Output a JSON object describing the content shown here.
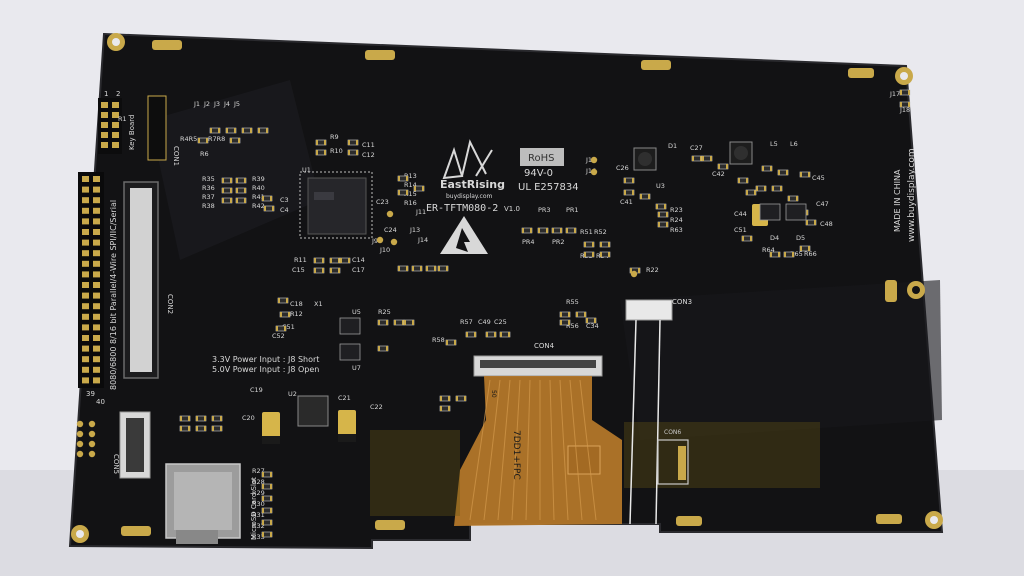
{
  "photo": {
    "subject_colors": {
      "board": "#121214",
      "background": "#e9e9ee",
      "gold": "#c9a94a",
      "fpc": "#b7792a",
      "silk": "#d8d8d8"
    }
  },
  "brand": {
    "name": "EastRising",
    "site_small": "buydisplay.com",
    "website": "www.buydisplay.com",
    "made_in": "MADE IN CHINA"
  },
  "model": "ER-TFTM080-2",
  "version": "V1.0",
  "rohs": "RoHS",
  "rating": "94V-0",
  "ul": "UL E257834",
  "connectors": {
    "con1": "CON1",
    "con2": "CON2",
    "con3": "CON3",
    "con4": "CON4",
    "con5": "CON5",
    "con6": "CON6"
  },
  "key_board": "Key Board",
  "side_label": "8080/6800 8/16 bit Parallel/4-Wire SPI/IIC/Serial",
  "power_notes": [
    "3.3V Power Input : J8 Short",
    "5.0V Power Input : J8 Open"
  ],
  "sd_label": "MicroSD Card Slot",
  "fpc_label": "7DD1+FPC",
  "fpc_pin": "50",
  "header_numbers": {
    "n1": "1",
    "n2": "2",
    "n39": "39",
    "n40": "40"
  },
  "components": [
    {
      "id": "R1",
      "t": "R1"
    },
    {
      "id": "J1",
      "t": "J1"
    },
    {
      "id": "J2",
      "t": "J2"
    },
    {
      "id": "J3",
      "t": "J3"
    },
    {
      "id": "J4",
      "t": "J4"
    },
    {
      "id": "J5",
      "t": "J5"
    },
    {
      "id": "R4R5",
      "t": "R4R5"
    },
    {
      "id": "R6",
      "t": "R6"
    },
    {
      "id": "R7R8",
      "t": "R7R8"
    },
    {
      "id": "R9",
      "t": "R9"
    },
    {
      "id": "R10",
      "t": "R10"
    },
    {
      "id": "C11",
      "t": "C11"
    },
    {
      "id": "C12",
      "t": "C12"
    },
    {
      "id": "R35",
      "t": "R35"
    },
    {
      "id": "R36",
      "t": "R36"
    },
    {
      "id": "R37",
      "t": "R37"
    },
    {
      "id": "R38",
      "t": "R38"
    },
    {
      "id": "R39",
      "t": "R39"
    },
    {
      "id": "R40",
      "t": "R40"
    },
    {
      "id": "R41",
      "t": "R41"
    },
    {
      "id": "R42",
      "t": "R42"
    },
    {
      "id": "C3",
      "t": "C3"
    },
    {
      "id": "C4",
      "t": "C4"
    },
    {
      "id": "U1",
      "t": "U1"
    },
    {
      "id": "C23",
      "t": "C23"
    },
    {
      "id": "R13",
      "t": "R13"
    },
    {
      "id": "R14",
      "t": "R14"
    },
    {
      "id": "R15",
      "t": "R15"
    },
    {
      "id": "R16",
      "t": "R16"
    },
    {
      "id": "J11",
      "t": "J11"
    },
    {
      "id": "J13",
      "t": "J13"
    },
    {
      "id": "J14",
      "t": "J14"
    },
    {
      "id": "C24",
      "t": "C24"
    },
    {
      "id": "J9",
      "t": "J9"
    },
    {
      "id": "J10",
      "t": "J10"
    },
    {
      "id": "R11",
      "t": "R11"
    },
    {
      "id": "C14",
      "t": "C14"
    },
    {
      "id": "C15",
      "t": "C15"
    },
    {
      "id": "C17",
      "t": "C17"
    },
    {
      "id": "C18",
      "t": "C18"
    },
    {
      "id": "X1",
      "t": "X1"
    },
    {
      "id": "R12",
      "t": "R12"
    },
    {
      "id": "C51",
      "t": "C51"
    },
    {
      "id": "C52",
      "t": "C52"
    },
    {
      "id": "U5",
      "t": "U5"
    },
    {
      "id": "U7",
      "t": "U7"
    },
    {
      "id": "R25",
      "t": "R25"
    },
    {
      "id": "C19",
      "t": "C19"
    },
    {
      "id": "U2",
      "t": "U2"
    },
    {
      "id": "C20",
      "t": "C20"
    },
    {
      "id": "C21",
      "t": "C21"
    },
    {
      "id": "C22",
      "t": "C22"
    },
    {
      "id": "R27",
      "t": "R27"
    },
    {
      "id": "R28",
      "t": "R28"
    },
    {
      "id": "R29",
      "t": "R29"
    },
    {
      "id": "R30",
      "t": "R30"
    },
    {
      "id": "R31",
      "t": "R31"
    },
    {
      "id": "R32",
      "t": "R32"
    },
    {
      "id": "R33",
      "t": "R33"
    },
    {
      "id": "PR3",
      "t": "PR3"
    },
    {
      "id": "PR1",
      "t": "PR1"
    },
    {
      "id": "PR4",
      "t": "PR4"
    },
    {
      "id": "PR2",
      "t": "PR2"
    },
    {
      "id": "R51",
      "t": "R51"
    },
    {
      "id": "R52",
      "t": "R52"
    },
    {
      "id": "R53",
      "t": "R53"
    },
    {
      "id": "R54",
      "t": "R54"
    },
    {
      "id": "R22",
      "t": "R22"
    },
    {
      "id": "R55",
      "t": "R55"
    },
    {
      "id": "R56",
      "t": "R56"
    },
    {
      "id": "C34",
      "t": "C34"
    },
    {
      "id": "R57",
      "t": "R57"
    },
    {
      "id": "C49",
      "t": "C49"
    },
    {
      "id": "C25",
      "t": "C25"
    },
    {
      "id": "R58",
      "t": "R58"
    },
    {
      "id": "J15",
      "t": "J15"
    },
    {
      "id": "J16",
      "t": "J16"
    },
    {
      "id": "C26",
      "t": "C26"
    },
    {
      "id": "D1",
      "t": "D1"
    },
    {
      "id": "C27",
      "t": "C27"
    },
    {
      "id": "U3",
      "t": "U3"
    },
    {
      "id": "C41",
      "t": "C41"
    },
    {
      "id": "R23",
      "t": "R23"
    },
    {
      "id": "R24",
      "t": "R24"
    },
    {
      "id": "R63",
      "t": "R63"
    },
    {
      "id": "L5",
      "t": "L5"
    },
    {
      "id": "L6",
      "t": "L6"
    },
    {
      "id": "C42",
      "t": "C42"
    },
    {
      "id": "C45",
      "t": "C45"
    },
    {
      "id": "C47",
      "t": "C47"
    },
    {
      "id": "C44",
      "t": "C44"
    },
    {
      "id": "C51b",
      "t": "C51"
    },
    {
      "id": "D4",
      "t": "D4"
    },
    {
      "id": "D5",
      "t": "D5"
    },
    {
      "id": "C48",
      "t": "C48"
    },
    {
      "id": "R64",
      "t": "R64"
    },
    {
      "id": "R65",
      "t": "R65"
    },
    {
      "id": "R66",
      "t": "R66"
    },
    {
      "id": "J17",
      "t": "J17"
    },
    {
      "id": "J18",
      "t": "J18"
    }
  ]
}
